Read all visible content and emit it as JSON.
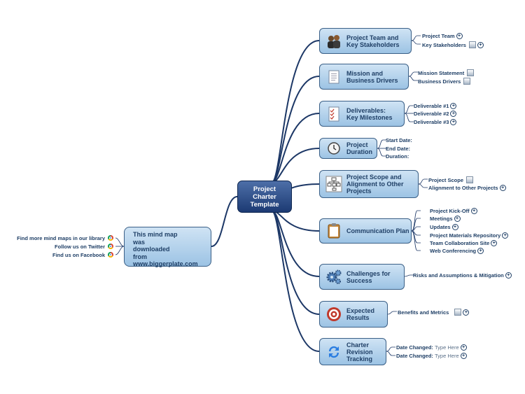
{
  "center": {
    "label": "Project\nCharter\nTemplate"
  },
  "promo": {
    "label": "This mind map\nwas\ndownloaded\nfrom\nwww.biggerplate.com"
  },
  "links": [
    "Find more mind maps in our library",
    "Follow us on Twitter",
    "Find us on Facebook"
  ],
  "topics": [
    {
      "label": "Project Team and\nKey Stakeholders",
      "icon": "people-icon",
      "children": [
        {
          "label": "Project Team",
          "plus": true
        },
        {
          "label": "Key Stakeholders",
          "note": true,
          "plus": true
        }
      ]
    },
    {
      "label": "Mission and\nBusiness Drivers",
      "icon": "document-icon",
      "children": [
        {
          "label": "Mission Statement",
          "note": true
        },
        {
          "label": "Business Drivers",
          "note": true
        }
      ]
    },
    {
      "label": "Deliverables:\nKey Milestones",
      "icon": "checklist-icon",
      "children": [
        {
          "label": "Deliverable #1",
          "plus": true
        },
        {
          "label": "Deliverable #2",
          "plus": true
        },
        {
          "label": "Deliverable #3",
          "plus": true
        }
      ]
    },
    {
      "label": "Project\nDuration",
      "icon": "clock-icon",
      "children": [
        {
          "label": "Start Date:"
        },
        {
          "label": "End Date:"
        },
        {
          "label": "Duration:"
        }
      ]
    },
    {
      "label": "Project Scope and\nAlignment to Other\nProjects",
      "icon": "org-chart-icon",
      "children": [
        {
          "label": "Project Scope",
          "note": true
        },
        {
          "label": "Alignment to Other Projects",
          "plus": true
        }
      ]
    },
    {
      "label": "Communication Plan",
      "icon": "clipboard-icon",
      "children": [
        {
          "label": "Project Kick-Off",
          "plus": true
        },
        {
          "label": "Meetings",
          "plus": true
        },
        {
          "label": "Updates",
          "plus": true
        },
        {
          "label": "Project Materials Repository",
          "plus": true
        },
        {
          "label": "Team Collaboration Site",
          "plus": true
        },
        {
          "label": "Web Conferencing",
          "plus": true
        }
      ]
    },
    {
      "label": "Challenges for\nSuccess",
      "icon": "gears-icon",
      "children": [
        {
          "label": "Risks and Assumptions & Mitigation",
          "plus": true
        }
      ]
    },
    {
      "label": "Expected\nResults",
      "icon": "target-icon",
      "children": [
        {
          "label": "Benefits and Metrics",
          "note": true,
          "plus": true
        }
      ]
    },
    {
      "label": "Charter\nRevision\nTracking",
      "icon": "refresh-icon",
      "children": [
        {
          "label": "Date Changed:",
          "value": "Type Here",
          "plus": true
        },
        {
          "label": "Date Changed:",
          "value": "Type Here",
          "plus": true
        }
      ]
    }
  ],
  "colors": {
    "line": "#1c3766",
    "node_border": "#3a5f86",
    "text": "#1f3f66"
  }
}
